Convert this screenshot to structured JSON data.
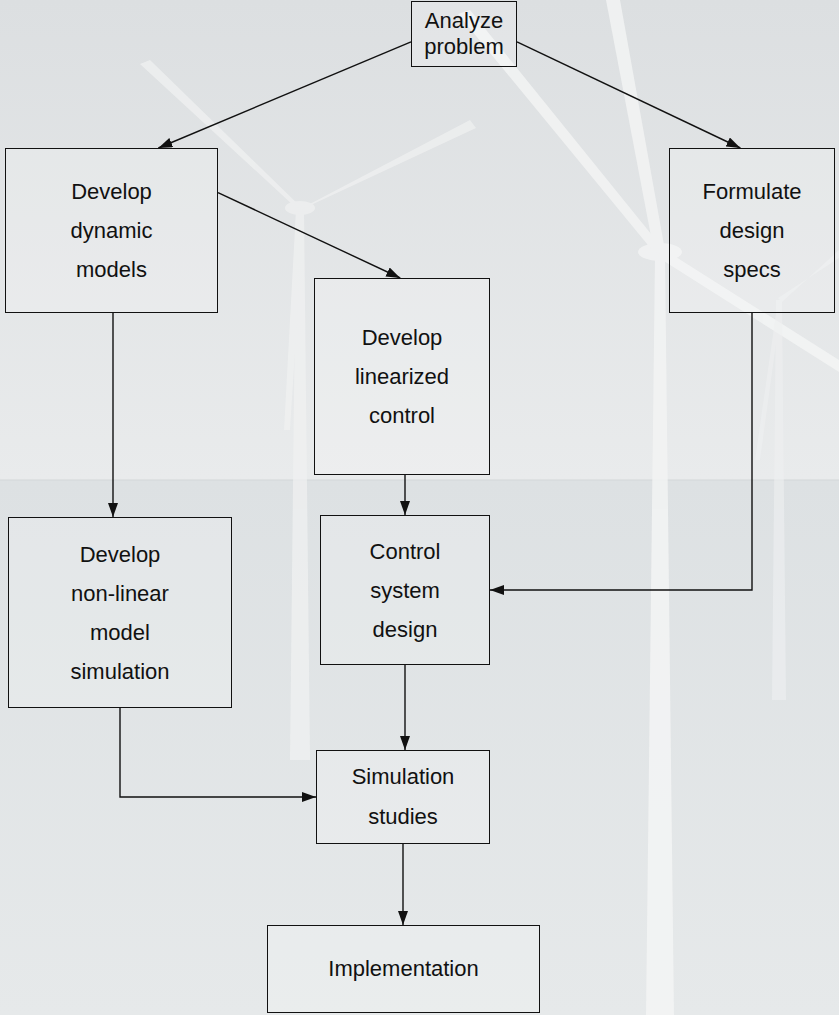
{
  "diagram": {
    "nodes": [
      {
        "text": [
          "Analyze problem"
        ]
      },
      {
        "text": [
          "Develop dynamic models"
        ]
      },
      {
        "text": [
          "Formulate design specs"
        ]
      },
      {
        "text": [
          "Develop linearized control"
        ]
      },
      {
        "text": [
          "Develop non-linear model simulation"
        ]
      },
      {
        "text": [
          "Control system design"
        ]
      },
      {
        "text": [
          "Simulation studies"
        ]
      },
      {
        "text": [
          "Implementation"
        ]
      }
    ],
    "edges": [
      {
        "from": 0,
        "to": 1,
        "arrow": "to"
      },
      {
        "from": 0,
        "to": 2,
        "arrow": "to"
      },
      {
        "from": 1,
        "to": 3,
        "arrow": "to"
      },
      {
        "from": 1,
        "to": 4,
        "arrow": "to"
      },
      {
        "from": 3,
        "to": 5,
        "arrow": "to"
      },
      {
        "from": 2,
        "to": 5,
        "arrow": "to"
      },
      {
        "from": 4,
        "to": 6,
        "arrow": "to"
      },
      {
        "from": 5,
        "to": 6,
        "arrow": "to"
      },
      {
        "from": 6,
        "to": 7,
        "arrow": "to"
      }
    ]
  }
}
